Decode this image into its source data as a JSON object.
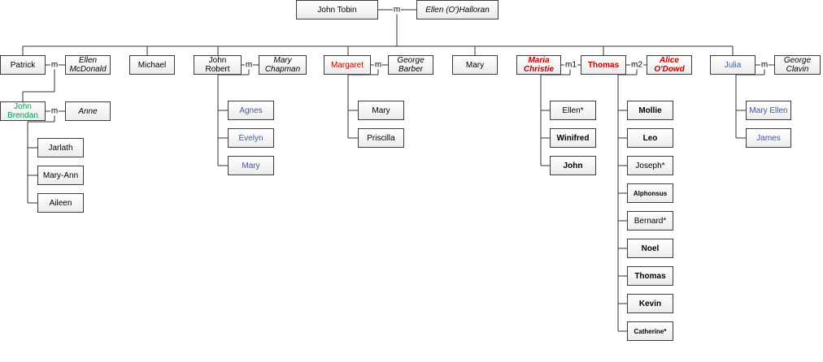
{
  "colors": {
    "red": "#c00000",
    "blue": "#44588c",
    "green": "#00a050"
  },
  "marriage_labels": {
    "m": "m",
    "m1": "m1",
    "m2": "m2"
  },
  "people": {
    "john_tobin": "John Tobin",
    "ellen_ohalloran": "Ellen (O')Halloran",
    "patrick": "Patrick",
    "ellen_mcdonald": "Ellen McDonald",
    "michael": "Michael",
    "john_robert": "John Robert",
    "mary_chapman": "Mary Chapman",
    "margaret": "Margaret",
    "george_barber": "George Barber",
    "mary_1": "Mary",
    "maria_christie": "Maria Christie",
    "thomas_1": "Thomas",
    "alice_odowd": "Alice O'Dowd",
    "julia": "Julia",
    "george_clavin": "George Clavin",
    "john_brendan": "John Brendan",
    "anne": "Anne",
    "jarlath": "Jarlath",
    "mary_ann": "Mary-Ann",
    "aileen": "Aileen",
    "agnes": "Agnes",
    "evelyn": "Evelyn",
    "mary_2": "Mary",
    "mary_3": "Mary",
    "priscilla": "Priscilla",
    "ellen_2": "Ellen*",
    "winifred": "Winifred",
    "john_2": "John",
    "mollie": "Mollie",
    "leo": "Leo",
    "joseph": "Joseph*",
    "alphonsus": "Alphonsus",
    "bernard": "Bernard*",
    "noel": "Noel",
    "thomas_2": "Thomas",
    "kevin": "Kevin",
    "catherine": "Catherine*",
    "mary_ellen": "Mary Ellen",
    "james": "James"
  }
}
